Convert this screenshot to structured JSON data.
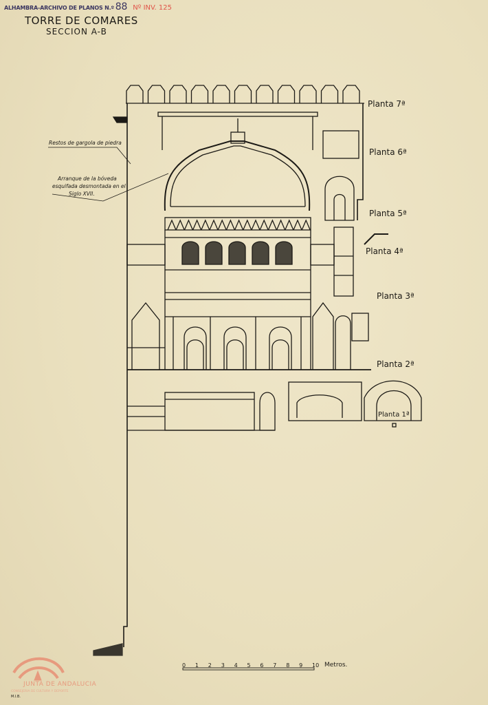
{
  "header": {
    "archive_label": "ALHAMBRA-ARCHIVO DE PLANOS N.º",
    "archive_number": "88",
    "inventory": "Nº INV. 125",
    "title": "TORRE DE COMARES",
    "subtitle": "SECCION A-B"
  },
  "annotations": {
    "gargoyle": "Restos de gargola de piedra",
    "vault_line1": "Arranque de la bóveda",
    "vault_line2": "esquifada desmontada en el",
    "vault_line3": "Siglo XVII."
  },
  "floors": [
    "Planta 7ª",
    "Planta 6ª",
    "Planta 5ª",
    "Planta 4ª",
    "Planta 3ª",
    "Planta 2ª",
    "Planta 1ª"
  ],
  "scale": {
    "ticks": [
      "0",
      "1",
      "2",
      "3",
      "4",
      "5",
      "6",
      "7",
      "8",
      "9",
      "10"
    ],
    "unit": "Metros."
  },
  "stamp": {
    "name": "JUNTA DE ANDALUCIA",
    "dept": "CONSEJERIA DE CULTURA Y DEPORTE",
    "initials": "M.I.B."
  },
  "colors": {
    "ink": "#1c1a16",
    "stamp": "#e79a7e",
    "paper": "#ece2c3"
  }
}
